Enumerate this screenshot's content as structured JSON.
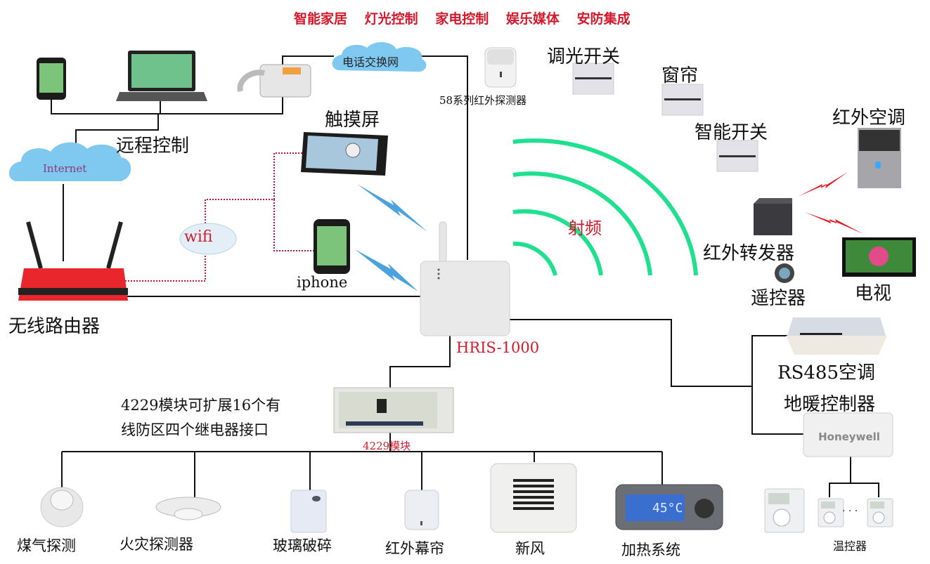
{
  "header": {
    "categories": [
      "智能家居",
      "灯光控制",
      "家电控制",
      "娱乐媒体",
      "安防集成"
    ]
  },
  "remote": {
    "label": "远程控制",
    "internet_label": "Internet",
    "pstn_label": "电话交换网"
  },
  "router": {
    "label": "无线路由器",
    "wifi_label": "wifi"
  },
  "touchscreen": {
    "label": "触摸屏"
  },
  "iphone": {
    "label": "iphone"
  },
  "hub": {
    "label": "HRIS-1000"
  },
  "rf": {
    "label": "射频"
  },
  "wireless_devices": {
    "ir_detector": "58系列红外探测器",
    "dimmer_switch": "调光开关",
    "curtain": "窗帘",
    "smart_switch": "智能开关",
    "ir_ac": "红外空调",
    "ir_repeater": "红外转发器",
    "remote_control": "遥控器",
    "tv": "电视"
  },
  "bus_devices": {
    "rs485_ac": "RS485空调",
    "floor_heating": "地暖控制器",
    "floor_heating_brand": "Honeywell",
    "thermostat": "温控器",
    "thermostat_ellipsis": "· · ·"
  },
  "module": {
    "description_line1": "4229模块可扩展16个有",
    "description_line2": "线防区四个继电器接口",
    "label": "4229模块"
  },
  "zones": [
    {
      "label": "煤气探测"
    },
    {
      "label": "火灾探测器"
    },
    {
      "label": "玻璃破碎"
    },
    {
      "label": "红外幕帘"
    },
    {
      "label": "新风"
    },
    {
      "label": "加热系统"
    }
  ],
  "heater_display": "45°C",
  "colors": {
    "accent_red": "#d3192b",
    "rf_green": "#1fe08e",
    "cloud_blue": "#7fc8ef",
    "wire": "#111111",
    "wifi_dotted": "#c0143c",
    "bolt_blue": "#4aa3dc",
    "ir_red": "#e8171c"
  }
}
